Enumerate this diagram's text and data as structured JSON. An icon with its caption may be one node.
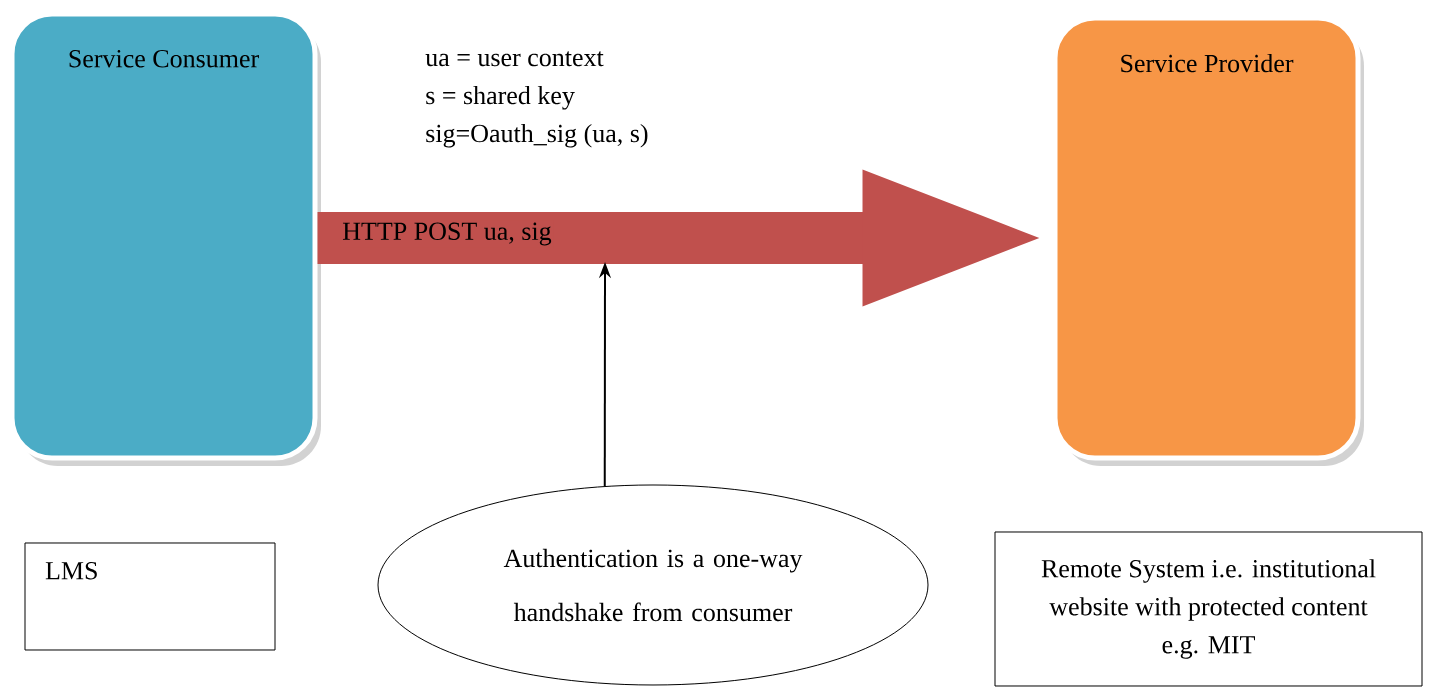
{
  "diagram": {
    "nodes": [
      {
        "text": [
          "Service Consumer"
        ]
      },
      {
        "text": [
          "Service Provider"
        ]
      },
      {
        "text": [
          "Authentication is a one-way handshake from consumer"
        ]
      },
      {
        "text": [
          "LMS"
        ]
      },
      {
        "text": [
          "Remote System i.e. institutional website with protected content e.g. MIT"
        ]
      }
    ],
    "edges": [
      {
        "from": 0,
        "to": 1,
        "arrow": "to",
        "label": "HTTP POST ua, sig",
        "style": "thick",
        "color": "#c0504d"
      },
      {
        "from": 2,
        "to": null,
        "arrow": "to",
        "color": "#000000"
      }
    ],
    "labels": [
      "ua = user context",
      "s = shared key",
      "sig=Oauth_sig (ua, s)"
    ]
  }
}
